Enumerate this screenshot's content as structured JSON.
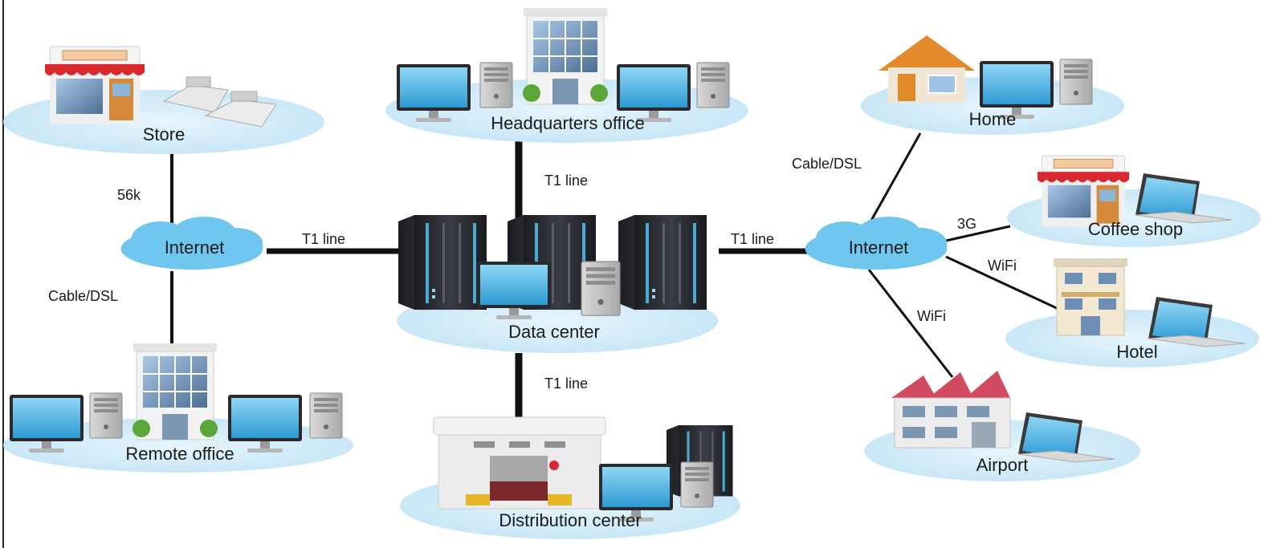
{
  "nodes": {
    "store": "Store",
    "headquarters": "Headquarters office",
    "home": "Home",
    "coffee_shop": "Coffee shop",
    "hotel": "Hotel",
    "airport": "Airport",
    "data_center": "Data center",
    "remote_office": "Remote office",
    "distribution_center": "Distribution center",
    "internet_left": "Internet",
    "internet_right": "Internet"
  },
  "links": {
    "store_internet": "56k",
    "internet_remote": "Cable/DSL",
    "internet_left_datacenter": "T1 line",
    "hq_datacenter": "T1 line",
    "datacenter_distribution": "T1 line",
    "datacenter_internet_right": "T1 line",
    "internet_home": "Cable/DSL",
    "internet_coffee": "3G",
    "internet_hotel": "WiFi",
    "internet_airport": "WiFi"
  },
  "colors": {
    "platform": "#cfeaf8",
    "cloud": "#6fc6ee",
    "line": "#111111",
    "monitor_screen": "#3ba9dc",
    "awning_red": "#d9282e",
    "roof_orange": "#e38b2c",
    "server_dark": "#2b2d33"
  }
}
